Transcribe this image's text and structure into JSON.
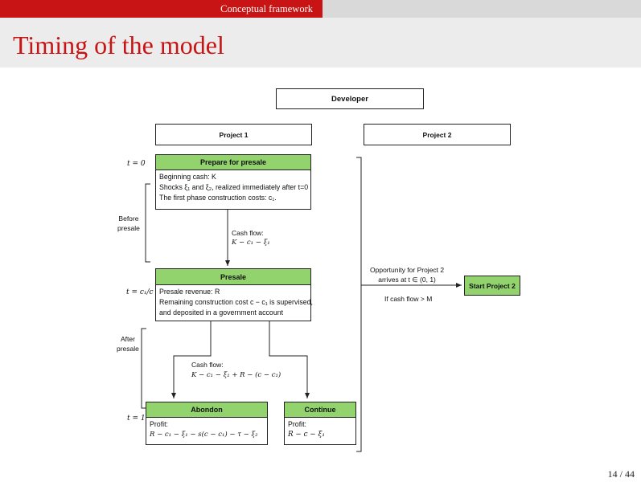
{
  "header": {
    "section": "Conceptual framework"
  },
  "slide": {
    "title": "Timing of the model",
    "page": "14 / 44"
  },
  "diagram": {
    "developer": "Developer",
    "project1": "Project 1",
    "project2": "Project 2",
    "time_labels": {
      "t0": "t = 0",
      "tmid": "t = c₁/c",
      "t1": "t = 1"
    },
    "phases": {
      "before": [
        "Before",
        "presale"
      ],
      "after": [
        "After",
        "presale"
      ]
    },
    "prepare": {
      "title": "Prepare for presale",
      "lines": [
        "Beginning cash: K",
        "Shocks ξ₁ and ξ₂, realized immediately after t=0",
        "The first phase construction costs: c₁."
      ]
    },
    "cashflow1": {
      "label": "Cash flow:",
      "expr": "K − c₁ − ξ₁"
    },
    "presale": {
      "title": "Presale",
      "lines": [
        "Presale revenue: R",
        "Remaining construction cost c − c₁ is supervised,",
        "and deposited in a government account"
      ]
    },
    "cashflow2": {
      "label": "Cash flow:",
      "expr": "K − c₁ − ξ₁ + R − (c − c₁)"
    },
    "abandon": {
      "title": "Abondon",
      "label": "Profit:",
      "expr": "R − c₁ − ξ₁ − s(c − c₁) − τ − ξ₂"
    },
    "continue": {
      "title": "Continue",
      "label": "Profit:",
      "expr": "R − c − ξ₁"
    },
    "opportunity": [
      "Opportunity for Project 2",
      "arrives at t ∈ (0, 1)"
    ],
    "condition": "If cash flow > M",
    "start2": "Start Project 2"
  }
}
